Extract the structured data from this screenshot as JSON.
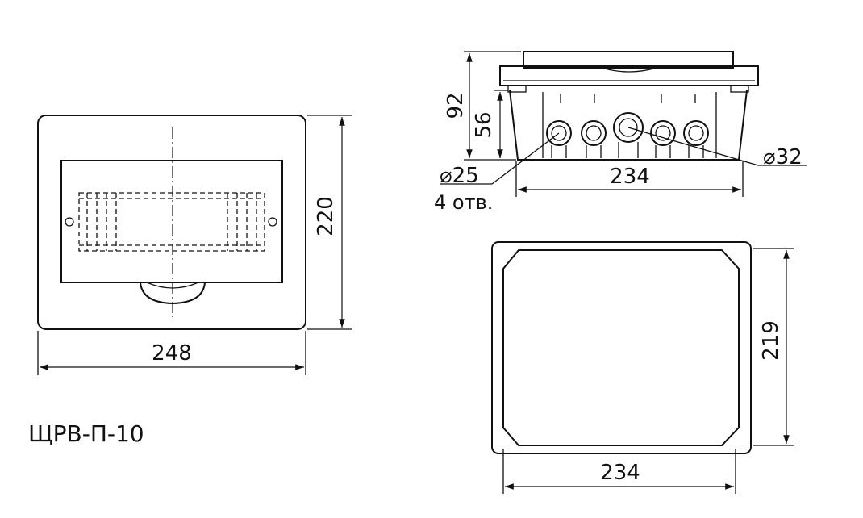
{
  "model": "ЩРВ-П-10",
  "front_view": {
    "width_label": "248",
    "height_label": "220"
  },
  "side_view": {
    "total_depth_label": "92",
    "body_depth_label": "56",
    "width_label": "234",
    "large_hole_label": "⌀32",
    "small_hole_label": "⌀25",
    "small_hole_count_label": "4 отв."
  },
  "back_view": {
    "width_label": "234",
    "height_label": "219"
  }
}
